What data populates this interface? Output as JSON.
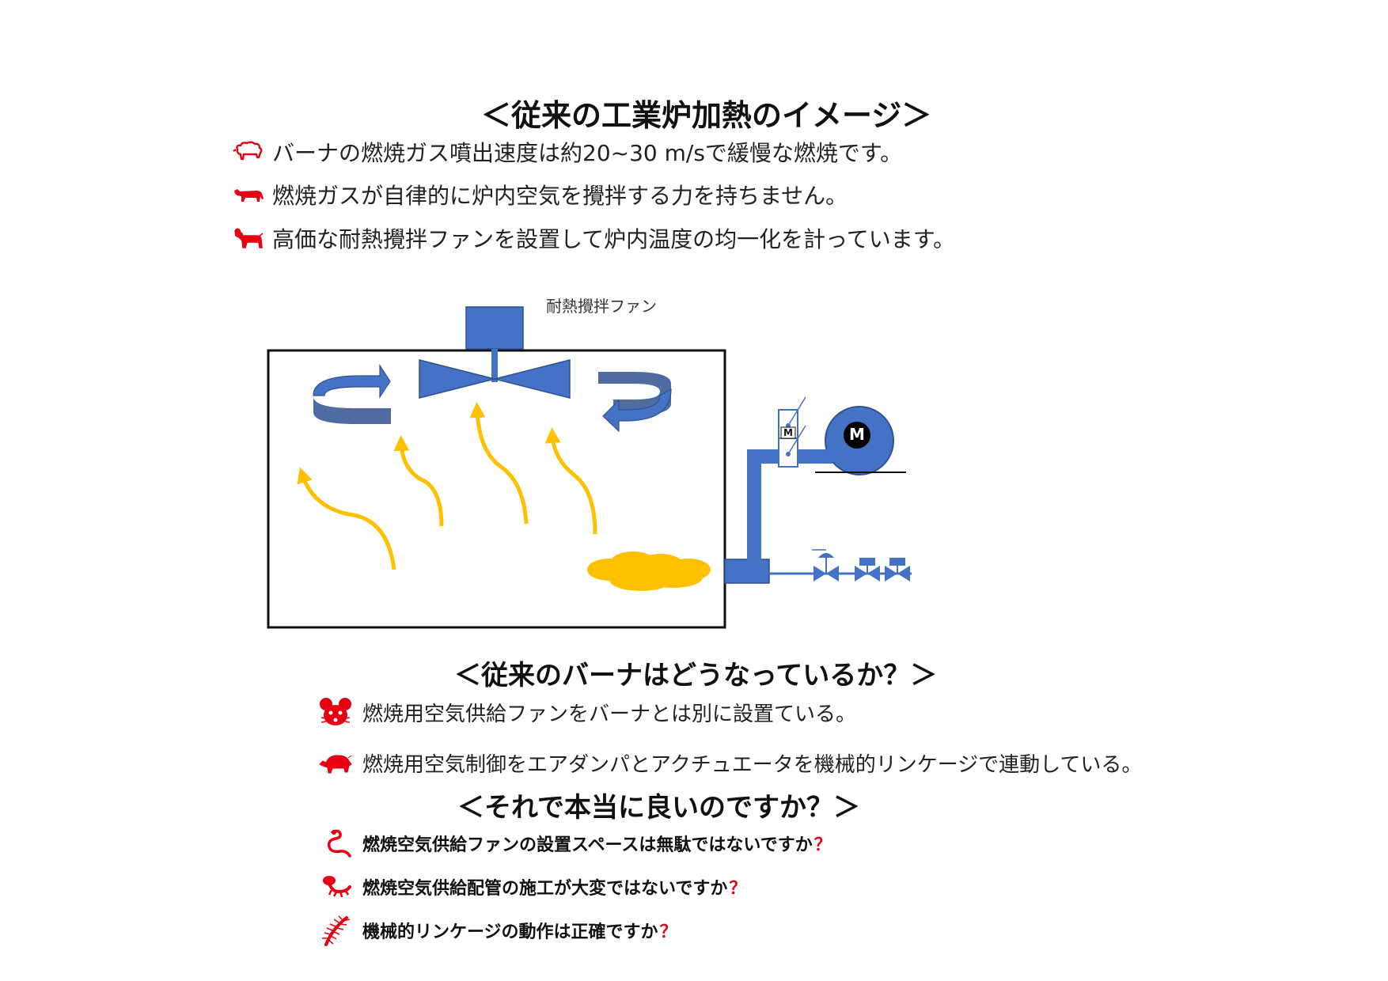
{
  "title1": "＜従来の工業炉加熱のイメージ＞",
  "bullets1": [
    {
      "icon": "sheep-icon",
      "text": "バーナの燃焼ガス噴出速度は約20~30 m/sで緩慢な燃焼です。"
    },
    {
      "icon": "cow-icon",
      "text": "燃焼ガスが自律的に炉内空気を攪拌する力を持ちません。"
    },
    {
      "icon": "goat-icon",
      "text": "高価な耐熱攪拌ファンを設置して炉内温度の均一化を計っています。"
    }
  ],
  "diagram": {
    "fan_label": "耐熱攪拌ファン",
    "motor_label": "M",
    "damper_label": "M"
  },
  "title2": "＜従来のバーナはどうなっているか？＞",
  "bullets2": [
    {
      "icon": "mouse-icon",
      "text": "燃焼用空気供給ファンをバーナとは別に設置ている。"
    },
    {
      "icon": "boar-icon",
      "text": "燃焼用空気制御をエアダンパとアクチュエータを機械的リンケージで連動している。"
    }
  ],
  "title3": "＜それで本当に良いのですか？＞",
  "bullets3": [
    {
      "icon": "snake-icon",
      "text": "燃焼空気供給ファンの設置スペースは無駄ではないですか",
      "mark": "？"
    },
    {
      "icon": "lizard-icon",
      "text": "燃焼空気供給配管の施工が大変ではないですか",
      "mark": "？"
    },
    {
      "icon": "centipede-icon",
      "text": "機械的リンケージの動作は正確ですか",
      "mark": "？"
    }
  ],
  "colors": {
    "accent_blue": "#4472c4",
    "flame_yellow": "#ffc000",
    "icon_red": "#e60012"
  }
}
